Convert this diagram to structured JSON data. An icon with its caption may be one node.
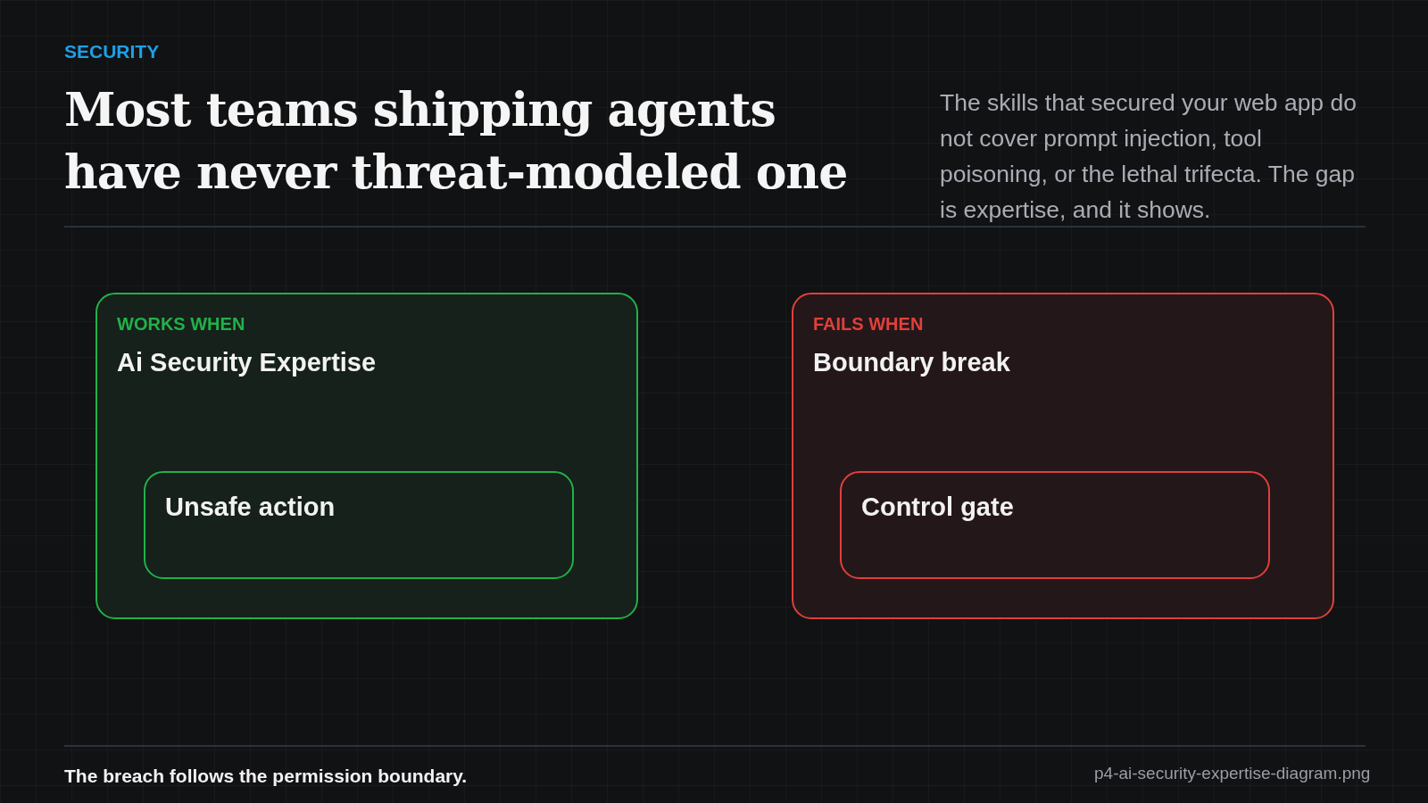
{
  "diagram": {
    "title": "Most teams shipping agents have never threat-modeled one",
    "caption": "The breach follows the permission boundary.",
    "nodes": [
      {
        "text": [
          "WORKS WHEN",
          "Ai Security Expertise"
        ]
      },
      {
        "text": [
          "Unsafe action"
        ],
        "in": 0
      },
      {
        "text": [
          "FAILS WHEN",
          "Boundary break"
        ]
      },
      {
        "text": [
          "Control gate"
        ],
        "in": 2
      }
    ],
    "edges": [],
    "labels": [
      "SECURITY",
      "The skills that secured your web app do not cover prompt injection, tool poisoning, or the lethal trifecta. The gap is expertise, and it shows.",
      "p4-ai-security-expertise-diagram.png"
    ]
  }
}
